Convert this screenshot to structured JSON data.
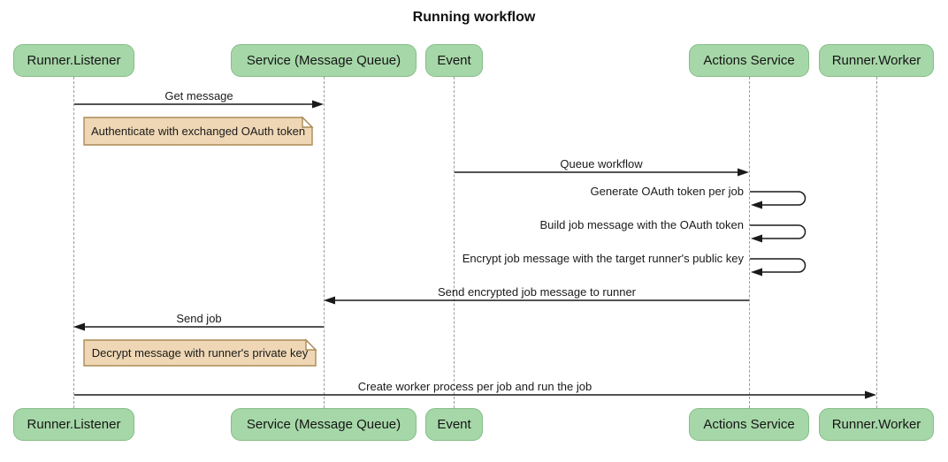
{
  "title": "Running workflow",
  "colors": {
    "actor_fill": "#a6d7a8",
    "actor_border": "#84bd87",
    "note_fill": "#efd7b5",
    "note_border": "#ab8a55",
    "message_line": "#1a1a1a",
    "lifeline": "#9b9b9b",
    "background": "#ffffff"
  },
  "actors": [
    {
      "label": "Runner.Listener"
    },
    {
      "label": "Service (Message Queue)"
    },
    {
      "label": "Event"
    },
    {
      "label": "Actions Service"
    },
    {
      "label": "Runner.Worker"
    }
  ],
  "messages": [
    {
      "label": "Get message",
      "from": "Runner.Listener",
      "to": "Service (Message Queue)",
      "kind": "arrow"
    },
    {
      "label": "Queue workflow",
      "from": "Event",
      "to": "Actions Service",
      "kind": "arrow"
    },
    {
      "label": "Generate OAuth token per job",
      "from": "Actions Service",
      "to": "Actions Service",
      "kind": "self"
    },
    {
      "label": "Build job message with the OAuth token",
      "from": "Actions Service",
      "to": "Actions Service",
      "kind": "self"
    },
    {
      "label": "Encrypt job message with the target runner's public key",
      "from": "Actions Service",
      "to": "Actions Service",
      "kind": "self"
    },
    {
      "label": "Send encrypted job message to runner",
      "from": "Actions Service",
      "to": "Service (Message Queue)",
      "kind": "arrow"
    },
    {
      "label": "Send job",
      "from": "Service (Message Queue)",
      "to": "Runner.Listener",
      "kind": "arrow"
    },
    {
      "label": "Create worker process per job and run the job",
      "from": "Runner.Listener",
      "to": "Runner.Worker",
      "kind": "arrow"
    }
  ],
  "notes": [
    {
      "label": "Authenticate with exchanged OAuth token",
      "over": "Runner.Listener"
    },
    {
      "label": "Decrypt message with runner's private key",
      "over": "Runner.Listener"
    }
  ]
}
